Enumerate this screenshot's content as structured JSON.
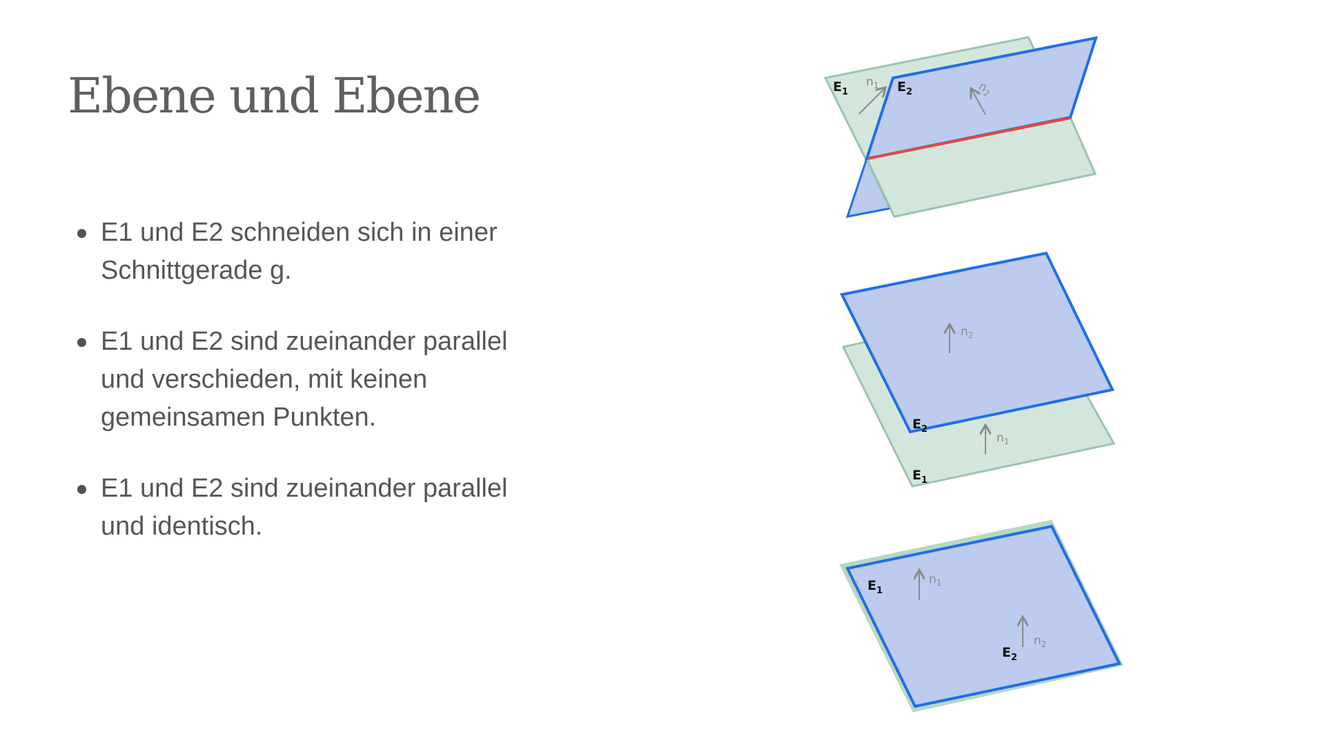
{
  "slide": {
    "title": "Ebene und Ebene",
    "bullets": [
      {
        "lines": [
          "E1 und E2 schneiden sich in einer",
          "Schnittgerade g."
        ]
      },
      {
        "lines": [
          "E1 und E2 sind zueinander parallel",
          "und verschieden, mit keinen",
          "gemeinsamen Punkten."
        ]
      },
      {
        "lines": [
          "E1 und E2 sind zueinander parallel",
          "und identisch."
        ]
      }
    ]
  },
  "figures": {
    "colors": {
      "plane_e1_fill": "#d3e6dc",
      "plane_e1_stroke": "#9cc4ac",
      "plane_e2_fill": "#bccbee",
      "plane_e2_stroke": "#1f6fe6",
      "intersection_line": "#e04a3c",
      "normal_vector": "#8a8a8a"
    },
    "intersecting": {
      "plane1_label": "E",
      "plane1_sub": "1",
      "plane2_label": "E",
      "plane2_sub": "2",
      "normal1_label": "n",
      "normal1_sub": "1",
      "normal2_label": "n",
      "normal2_sub": "2"
    },
    "parallel_distinct": {
      "plane1_label": "E",
      "plane1_sub": "1",
      "plane2_label": "E",
      "plane2_sub": "2",
      "normal1_label": "n",
      "normal1_sub": "1",
      "normal2_label": "n",
      "normal2_sub": "2"
    },
    "identical": {
      "plane1_label": "E",
      "plane1_sub": "1",
      "plane2_label": "E",
      "plane2_sub": "2",
      "normal1_label": "n",
      "normal1_sub": "1",
      "normal2_label": "n",
      "normal2_sub": "2"
    }
  }
}
